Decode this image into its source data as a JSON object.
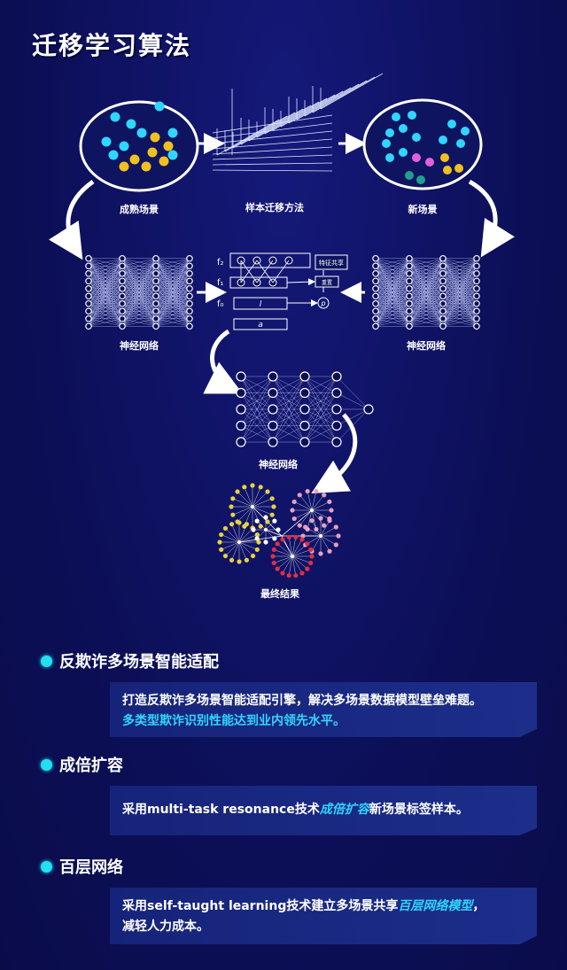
{
  "title": "迁移学习算法",
  "diagram": {
    "mature_scene": "成熟场景",
    "sample_method": "样本迁移方法",
    "new_scene": "新场景",
    "nn_left": "神经网络",
    "nn_right": "神经网络",
    "nn_center": "神经网络",
    "final_result": "最终结果",
    "f2": "f₂",
    "f1": "f₁",
    "f0": "f₀",
    "feature_share": "特征共享",
    "weight": "重置",
    "l": "l",
    "p": "p",
    "a": "a"
  },
  "sections": [
    {
      "heading": "反欺诈多场景智能适配",
      "line1": "打造反欺诈多场景智能适配引擎，解决多场景数据模型壁垒难题。",
      "line2": "多类型欺诈识别性能达到业内领先水平。"
    },
    {
      "heading": "成倍扩容",
      "pre": "采用multi-task resonance技术",
      "hl": "成倍扩容",
      "post": "新场景标签样本。"
    },
    {
      "heading": "百层网络",
      "pre": "采用self-taught learning技术建立多场景共享",
      "hl": "百层网络模型",
      "post": "，",
      "line2": "减轻人力成本。"
    }
  ],
  "colors": {
    "background": "#0c0f57",
    "accent_cyan": "#22e0f0",
    "highlight": "#2fd6ff",
    "card": "#1c2e8a"
  }
}
